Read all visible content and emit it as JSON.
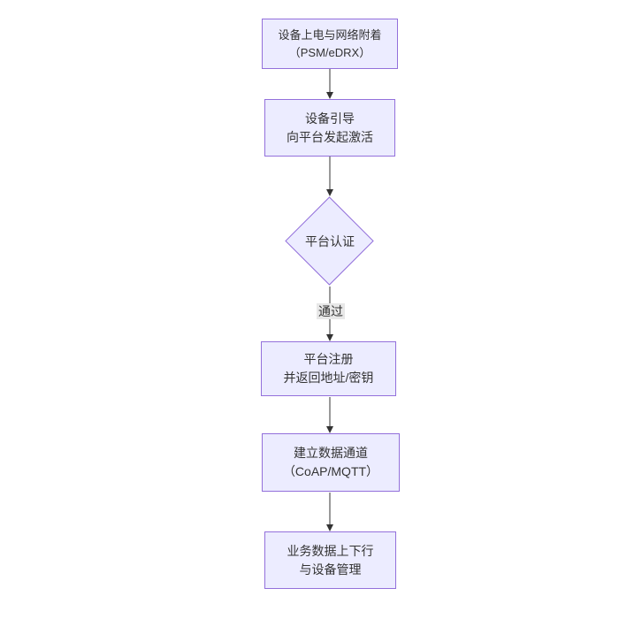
{
  "theme": {
    "background": "#ffffff",
    "node_fill": "#ECECFF",
    "node_border": "#9370DB",
    "text_color": "#333333",
    "line_color": "#333333",
    "label_bg": "#e8e8e8"
  },
  "diagram": {
    "type": "flowchart",
    "direction": "top-down",
    "nodes": [
      {
        "id": "A",
        "shape": "rect",
        "lines": [
          "设备上电与网络附着",
          "（PSM/eDRX）"
        ]
      },
      {
        "id": "B",
        "shape": "rect",
        "lines": [
          "设备引导",
          "向平台发起激活"
        ]
      },
      {
        "id": "C",
        "shape": "diamond",
        "lines": [
          "平台认证"
        ]
      },
      {
        "id": "D",
        "shape": "rect",
        "lines": [
          "平台注册",
          "并返回地址/密钥"
        ]
      },
      {
        "id": "E",
        "shape": "rect",
        "lines": [
          "建立数据通道",
          "（CoAP/MQTT）"
        ]
      },
      {
        "id": "F",
        "shape": "rect",
        "lines": [
          "业务数据上下行",
          "与设备管理"
        ]
      }
    ],
    "edges": [
      {
        "from": "A",
        "to": "B",
        "label": ""
      },
      {
        "from": "B",
        "to": "C",
        "label": ""
      },
      {
        "from": "C",
        "to": "D",
        "label": "通过"
      },
      {
        "from": "D",
        "to": "E",
        "label": ""
      },
      {
        "from": "E",
        "to": "F",
        "label": ""
      }
    ]
  }
}
